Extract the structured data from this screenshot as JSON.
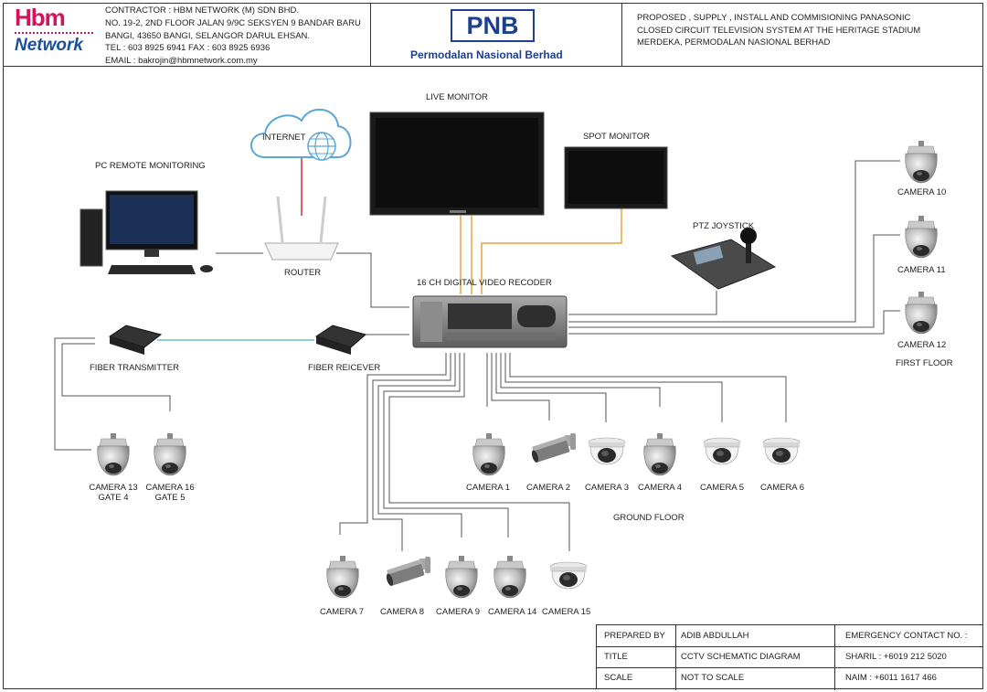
{
  "header": {
    "logo_main": "Hbm",
    "logo_sub": "Network",
    "contractor_lines": [
      "CONTRACTOR : HBM NETWORK (M) SDN BHD.",
      "NO. 19-2, 2ND FLOOR JALAN 9/9C SEKSYEN 9 BANDAR BARU",
      "BANGI, 43650 BANGI, SELANGOR DARUL EHSAN.",
      "TEL : 603 8925 6941 FAX : 603 8925 6936",
      "EMAIL : bakrojin@hbmnetwork.com.my"
    ],
    "client_logo": "PNB",
    "client_name": "Permodalan Nasional Berhad",
    "project_lines": [
      "PROPOSED , SUPPLY , INSTALL AND COMMISIONING PANASONIC",
      "CLOSED CIRCUIT TELEVISION SYSTEM AT THE HERITAGE STADIUM",
      "MERDEKA, PERMODALAN NASIONAL BERHAD"
    ]
  },
  "diagram": {
    "live_monitor": "LIVE MONITOR",
    "spot_monitor": "SPOT MONITOR",
    "internet": "INTERNET",
    "pc_remote": "PC REMOTE MONITORING",
    "router": "ROUTER",
    "dvr": "16 CH DIGITAL VIDEO RECODER",
    "ptz": "PTZ JOYSTICK",
    "fiber_tx": "FIBER TRANSMITTER",
    "fiber_rx": "FIBER REICEVER",
    "cam10": "CAMERA 10",
    "cam11": "CAMERA 11",
    "cam12": "CAMERA 12",
    "first_floor": "FIRST FLOOR",
    "cam13": "CAMERA 13",
    "gate4": "GATE 4",
    "cam16": "CAMERA 16",
    "gate5": "GATE 5",
    "cam1": "CAMERA 1",
    "cam2": "CAMERA 2",
    "cam3": "CAMERA 3",
    "cam4": "CAMERA 4",
    "cam5": "CAMERA 5",
    "cam6": "CAMERA 6",
    "ground_floor": "GROUND FLOOR",
    "cam7": "CAMERA 7",
    "cam8": "CAMERA 8",
    "cam9": "CAMERA 9",
    "cam14": "CAMERA 14",
    "cam15": "CAMERA 15"
  },
  "title_block": {
    "prepared_by_label": "PREPARED BY",
    "prepared_by_value": "ADIB ABDULLAH",
    "title_label": "TITLE",
    "title_value": "CCTV SCHEMATIC DIAGRAM",
    "scale_label": "SCALE",
    "scale_value": "NOT TO SCALE",
    "emergency_label": "EMERGENCY CONTACT NO. :",
    "contact_1": "SHARIL : +6019 212 5020",
    "contact_2": "NAIM : +6011 1617 466"
  },
  "colors": {
    "logo_red": "#d4145a",
    "logo_blue": "#1b4f9c",
    "pnb_blue": "#1d3f8f",
    "cable_orange": "#e8a43a",
    "cable_red": "#d32f2f",
    "fiber_blue": "#8fc9e6",
    "cloud_blue": "#5aa7d6"
  }
}
